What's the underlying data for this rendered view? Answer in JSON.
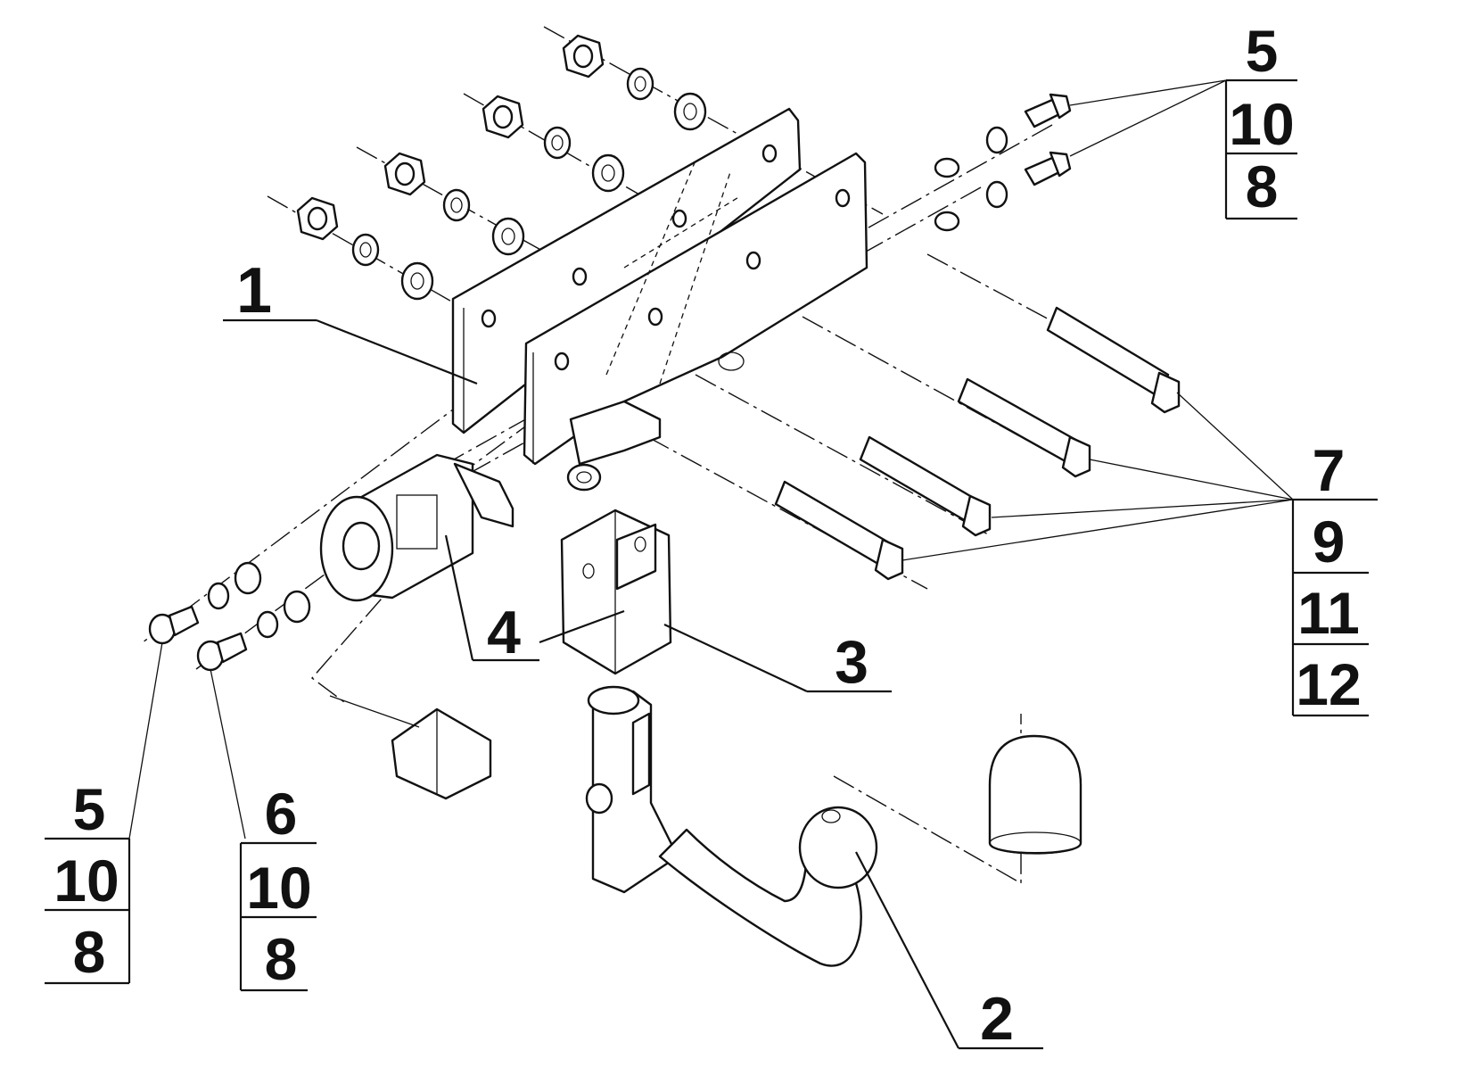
{
  "callouts": {
    "c1": "1",
    "c2": "2",
    "c3": "3",
    "c4": "4",
    "top_right": [
      "5",
      "10",
      "8"
    ],
    "right": [
      "7",
      "9",
      "11",
      "12"
    ],
    "bottom_left_a": [
      "5",
      "10",
      "8"
    ],
    "bottom_left_b": [
      "6",
      "10",
      "8"
    ]
  }
}
